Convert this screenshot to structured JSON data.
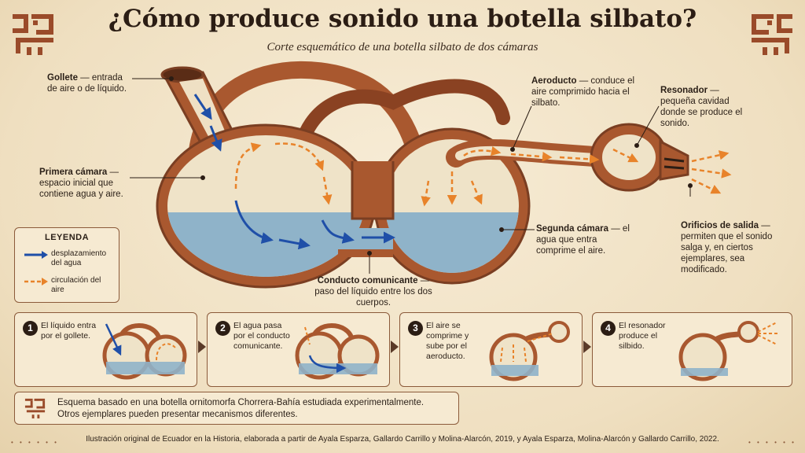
{
  "header": {
    "title": "¿Cómo produce sonido una botella silbato?",
    "subtitle": "Corte esquemático de una botella silbato de dos cámaras"
  },
  "labels": {
    "gollete": {
      "term": "Gollete",
      "text": " — entrada de aire o de líquido."
    },
    "primera": {
      "term": "Primera cámara",
      "text": " — espacio inicial que contiene agua y aire."
    },
    "aeroducto": {
      "term": "Aeroducto",
      "text": " — conduce el aire comprimido hacia el silbato."
    },
    "resonador": {
      "term": "Resonador",
      "text": " — pequeña cavidad donde se produce el sonido."
    },
    "segunda": {
      "term": "Segunda cámara",
      "text": " — el agua que entra comprime el aire."
    },
    "orificios": {
      "term": "Orificios de salida",
      "text": " — permiten que el sonido salga y, en ciertos ejemplares, sea modificado."
    },
    "conducto": {
      "term": "Conducto comunicante",
      "text": " — paso del líquido entre los dos cuerpos."
    }
  },
  "legend": {
    "title": "LEYENDA",
    "water": "desplazamiento del agua",
    "air": "circulación del aire"
  },
  "steps": [
    {
      "num": "1",
      "text": "El líquido entra por el gollete."
    },
    {
      "num": "2",
      "text": "El agua pasa por el conducto comunicante."
    },
    {
      "num": "3",
      "text": "El aire se comprime y sube por el aeroducto."
    },
    {
      "num": "4",
      "text": "El resonador produce el silbido."
    }
  ],
  "note": {
    "line1": "Esquema basado en una botella ornitomorfa Chorrera-Bahía estudiada experimentalmente.",
    "line2": "Otros ejemplares pueden presentar mecanismos diferentes."
  },
  "credit": "Ilustración original de Ecuador en la Historia, elaborada a partir de Ayala Esparza, Gallardo Carrillo y Molina-Alarcón, 2019, y Ayala Esparza, Molina-Alarcón y Gallardo Carrillo, 2022.",
  "colors": {
    "clay": "#b0603a",
    "clay_dark": "#7a3e22",
    "water": "#8fb3c9",
    "water_arrow": "#1f4fa8",
    "air_arrow": "#e8832a",
    "ink": "#2b1d14"
  },
  "icons": [
    "bird-glyph-icon",
    "water-arrow-icon",
    "air-arrow-icon",
    "step-arrow-icon"
  ]
}
